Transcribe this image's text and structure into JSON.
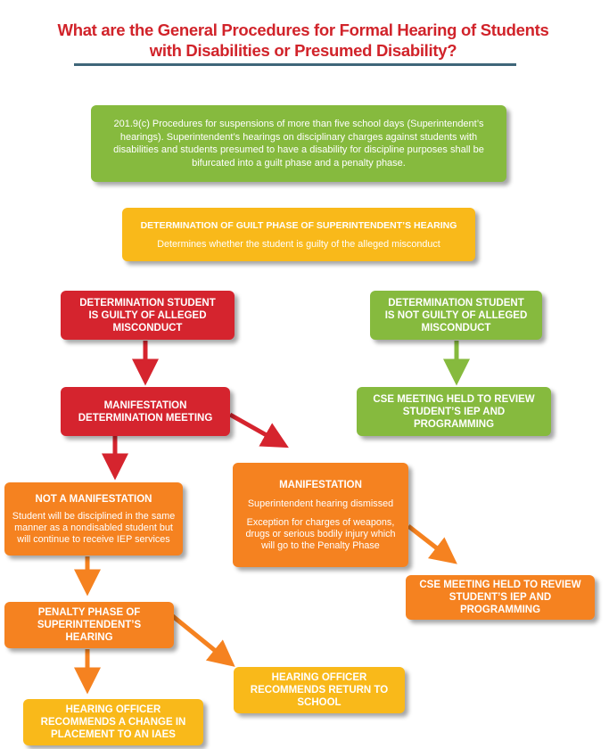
{
  "title": {
    "line1": "What are the General Procedures for Formal Hearing of Students",
    "line2": "with Disabilities or Presumed Disability?"
  },
  "colors": {
    "title": "#d1232a",
    "rule": "#3f6679",
    "green": "#86ba3e",
    "yellow": "#f9b91a",
    "red": "#d5242e",
    "orange": "#f58220"
  },
  "nodes": {
    "procedures": {
      "text": "201.9(c) Procedures for suspensions of more than five school days (Superintendent’s hearings). Superintendent’s hearings on disciplinary charges against students with disabilities and students presumed to have a disability for discipline purposes shall be bifurcated into a guilt phase and a penalty phase."
    },
    "guilt_phase": {
      "heading": "DETERMINATION OF GUILT PHASE OF SUPERINTENDENT’S HEARING",
      "text": "Determines whether the student is guilty of the alleged misconduct"
    },
    "guilty": {
      "heading": "DETERMINATION STUDENT IS GUILTY OF ALLEGED MISCONDUCT"
    },
    "not_guilty": {
      "heading": "DETERMINATION STUDENT IS NOT GUILTY OF ALLEGED MISCONDUCT"
    },
    "manifestation_meeting": {
      "heading": "MANIFESTATION DETERMINATION MEETING"
    },
    "cse_meeting_1": {
      "heading": "CSE MEETING HELD TO REVIEW STUDENT’S IEP AND PROGRAMMING"
    },
    "not_manifestation": {
      "heading": "NOT A MANIFESTATION",
      "text": "Student will be disciplined in the same manner as a nondisabled student but will continue to receive IEP services"
    },
    "manifestation": {
      "heading": "MANIFESTATION",
      "text1": "Superintendent hearing dismissed",
      "text2": "Exception for charges of weapons, drugs or serious bodily injury which will go to the Penalty Phase"
    },
    "cse_meeting_2": {
      "heading": "CSE MEETING HELD TO REVIEW STUDENT’S IEP AND PROGRAMMING"
    },
    "penalty_phase": {
      "heading": "PENALTY PHASE OF SUPERINTENDENT’S HEARING"
    },
    "return_school": {
      "heading": "HEARING OFFICER RECOMMENDS RETURN TO SCHOOL"
    },
    "change_placement": {
      "heading": "HEARING OFFICER RECOMMENDS A CHANGE IN PLACEMENT TO AN IAES"
    }
  }
}
